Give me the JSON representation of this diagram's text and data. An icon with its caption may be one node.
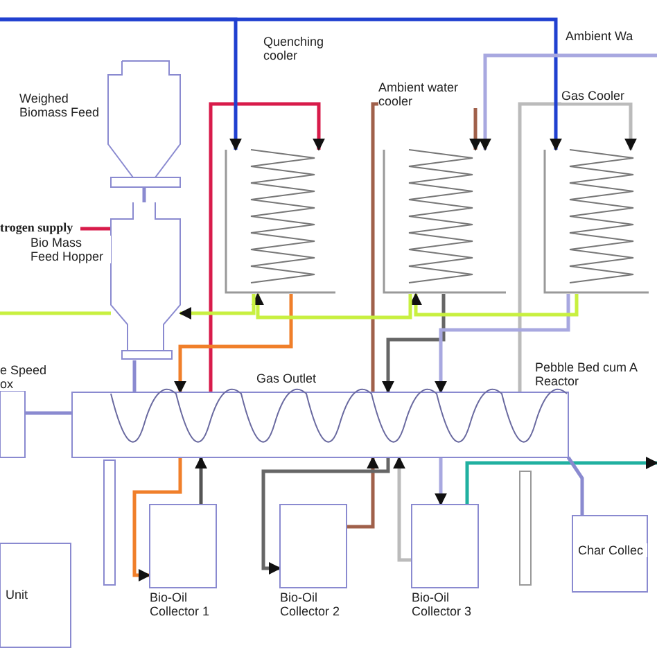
{
  "diagram": {
    "nodes": [
      {
        "text": [
          "Weighed Biomass Feed"
        ]
      },
      {
        "text": [
          "Bio Mass Feed Hopper"
        ]
      },
      {
        "text": [
          "e Speed ox"
        ]
      },
      {
        "text": [
          "Pebble Bed cum A Reactor"
        ]
      },
      {
        "text": [
          "Quenching cooler"
        ]
      },
      {
        "text": [
          "Ambient water cooler"
        ]
      },
      {
        "text": [
          "Gas Cooler"
        ]
      },
      {
        "text": [
          "Bio-Oil Collector 1"
        ]
      },
      {
        "text": [
          "Bio-Oil Collector 2"
        ]
      },
      {
        "text": [
          "Bio-Oil Collector 3"
        ]
      },
      {
        "text": [
          "Char Collec"
        ]
      },
      {
        "text": [
          "Unit"
        ]
      },
      {
        "text": [
          "trogen supply"
        ]
      }
    ],
    "edges": [
      {
        "from": 12,
        "to": 1,
        "arrow": "none",
        "color": "#d81b4a"
      },
      {
        "from": 0,
        "to": 1,
        "arrow": "none",
        "color": "#8a8ad0"
      },
      {
        "from": 1,
        "to": 3,
        "arrow": "none",
        "color": "#8a8ad0"
      },
      {
        "from": 2,
        "to": 3,
        "arrow": "none",
        "color": "#8a8ad0"
      },
      {
        "from": 3,
        "to": 4,
        "arrow": "to",
        "color": "#d81b4a"
      },
      {
        "from": 4,
        "to": 3,
        "arrow": "to",
        "color": "#f07f2a"
      },
      {
        "from": 3,
        "to": 7,
        "arrow": "to",
        "color": "#f07f2a"
      },
      {
        "from": 7,
        "to": 3,
        "arrow": "to",
        "color": "#555555"
      },
      {
        "from": 3,
        "to": 5,
        "arrow": "to",
        "color": "#a0604a"
      },
      {
        "from": 8,
        "to": 3,
        "arrow": "to",
        "color": "#a0604a"
      },
      {
        "from": 5,
        "to": 3,
        "arrow": "to",
        "color": "#666666"
      },
      {
        "from": 3,
        "to": 8,
        "arrow": "to",
        "color": "#666666"
      },
      {
        "from": 9,
        "to": 3,
        "arrow": "to",
        "color": "#bbbbbb"
      },
      {
        "from": 3,
        "to": 6,
        "arrow": "to",
        "color": "#bbbbbb"
      },
      {
        "from": 6,
        "to": 3,
        "arrow": "to",
        "color": "#a8a8e0"
      },
      {
        "from": 3,
        "to": 9,
        "arrow": "to",
        "color": "#a8a8e0"
      },
      {
        "from": 9,
        "to": null,
        "arrow": "to",
        "color": "#20b0a0"
      },
      {
        "from": 6,
        "to": 5,
        "arrow": "to",
        "color": "#c8f040"
      },
      {
        "from": 5,
        "to": 4,
        "arrow": "to",
        "color": "#c8f040"
      },
      {
        "from": 4,
        "to": 1,
        "arrow": "to",
        "color": "#c8f040"
      },
      {
        "from": null,
        "to": 4,
        "arrow": "to",
        "color": "#2040d0"
      },
      {
        "from": null,
        "to": 6,
        "arrow": "to",
        "color": "#2040d0"
      },
      {
        "from": null,
        "to": 5,
        "arrow": "to",
        "color": "#a8a8e0"
      },
      {
        "from": 3,
        "to": 10,
        "arrow": "none",
        "color": "#8a8ad0"
      },
      {
        "from": 1,
        "to": null,
        "arrow": "none",
        "color": "#c8f040"
      }
    ],
    "labels": [
      "Gas Outlet",
      "Ambient Wa"
    ]
  }
}
